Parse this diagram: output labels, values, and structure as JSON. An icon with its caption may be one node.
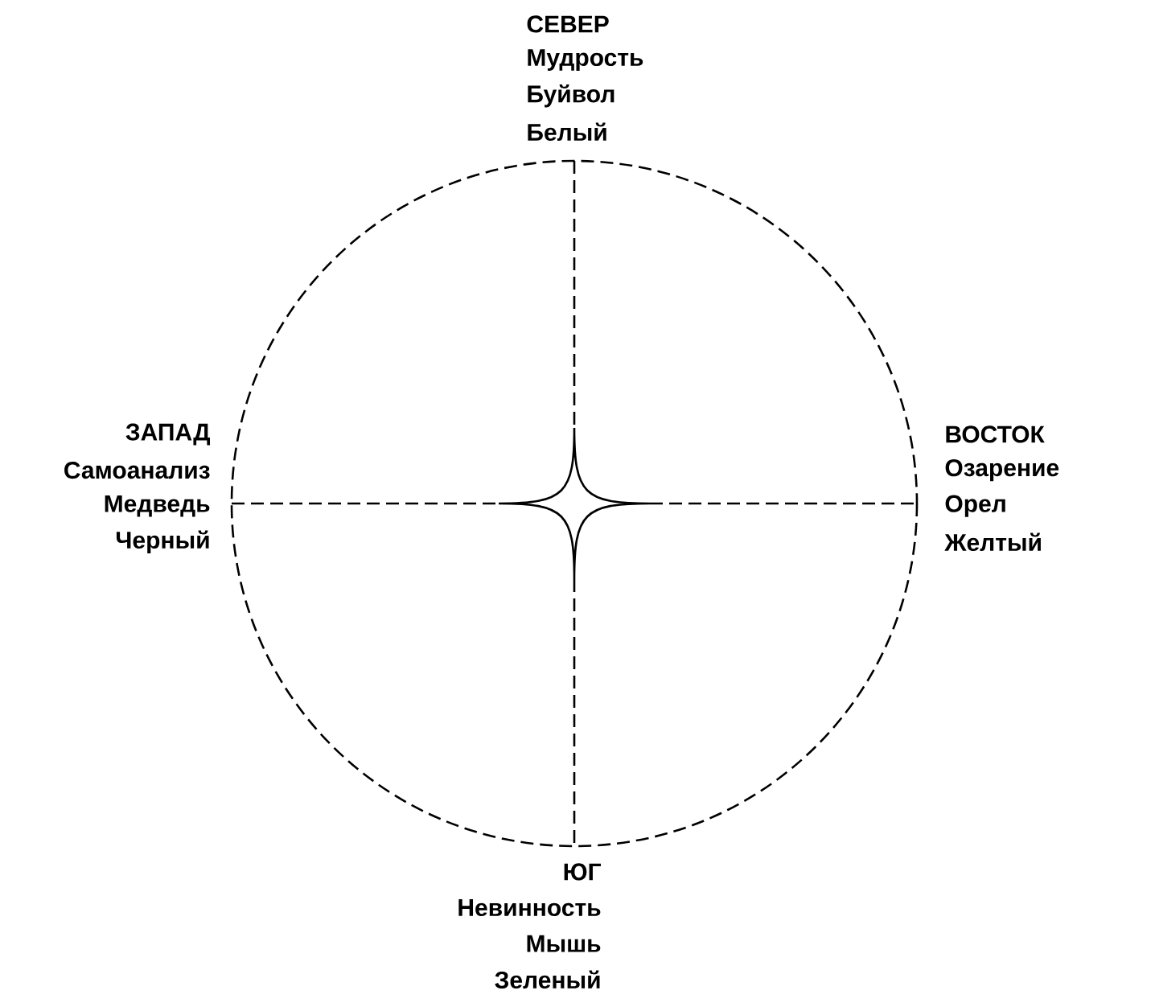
{
  "diagram": {
    "labels": [
      "СЕВЕР",
      "Мудрость",
      "Буйвол",
      "Белый",
      "ЗАПАД",
      "Самоанализ",
      "Медведь",
      "Черный",
      "ВОСТОК",
      "Озарение",
      "Орел",
      "Желтый",
      "ЮГ",
      "Невинность",
      "Мышь",
      "Зеленый"
    ]
  }
}
